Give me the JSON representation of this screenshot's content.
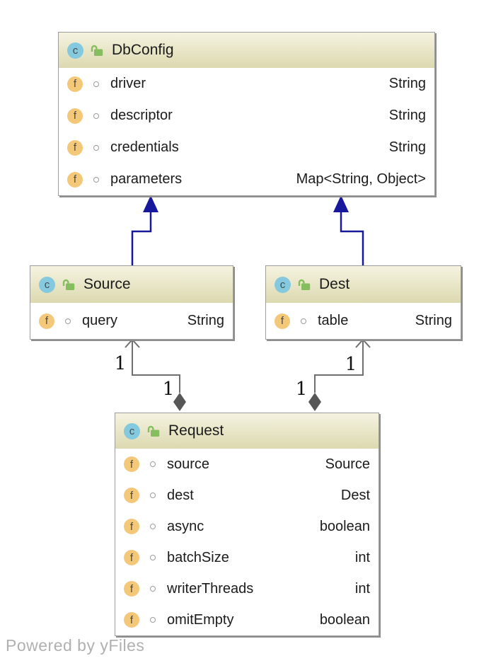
{
  "diagram": {
    "classes": [
      {
        "name": "DbConfig",
        "icon_letter": "c",
        "fields": [
          {
            "icon_letter": "f",
            "name": "driver",
            "type": "String"
          },
          {
            "icon_letter": "f",
            "name": "descriptor",
            "type": "String"
          },
          {
            "icon_letter": "f",
            "name": "credentials",
            "type": "String"
          },
          {
            "icon_letter": "f",
            "name": "parameters",
            "type": "Map<String, Object>"
          }
        ]
      },
      {
        "name": "Source",
        "icon_letter": "c",
        "fields": [
          {
            "icon_letter": "f",
            "name": "query",
            "type": "String"
          }
        ]
      },
      {
        "name": "Dest",
        "icon_letter": "c",
        "fields": [
          {
            "icon_letter": "f",
            "name": "table",
            "type": "String"
          }
        ]
      },
      {
        "name": "Request",
        "icon_letter": "c",
        "fields": [
          {
            "icon_letter": "f",
            "name": "source",
            "type": "Source"
          },
          {
            "icon_letter": "f",
            "name": "dest",
            "type": "Dest"
          },
          {
            "icon_letter": "f",
            "name": "async",
            "type": "boolean"
          },
          {
            "icon_letter": "f",
            "name": "batchSize",
            "type": "int"
          },
          {
            "icon_letter": "f",
            "name": "writerThreads",
            "type": "int"
          },
          {
            "icon_letter": "f",
            "name": "omitEmpty",
            "type": "boolean"
          }
        ]
      }
    ],
    "relations": {
      "source_extends_dbconfig": {
        "kind": "inheritance"
      },
      "dest_extends_dbconfig": {
        "kind": "inheritance"
      },
      "request_composes_source": {
        "kind": "composition",
        "labels": {
          "near_source": "1",
          "near_diamond": "1"
        }
      },
      "request_composes_dest": {
        "kind": "composition",
        "labels": {
          "near_dest": "1",
          "near_diamond": "1"
        }
      }
    },
    "footer": "Powered by yFiles",
    "colors": {
      "inheritance_edge": "#18189c",
      "composition_edge": "#6f6f6f",
      "composition_diamond": "#575757",
      "header_gradient_top": "#f5f3e0",
      "header_gradient_bottom": "#dcd9b0",
      "class_icon_bg": "#85c9de",
      "field_icon_bg": "#f4c879",
      "lock_icon_green": "#86bd5f",
      "box_border": "#9c9c9c",
      "footer_text": "#b0b0b0"
    }
  }
}
